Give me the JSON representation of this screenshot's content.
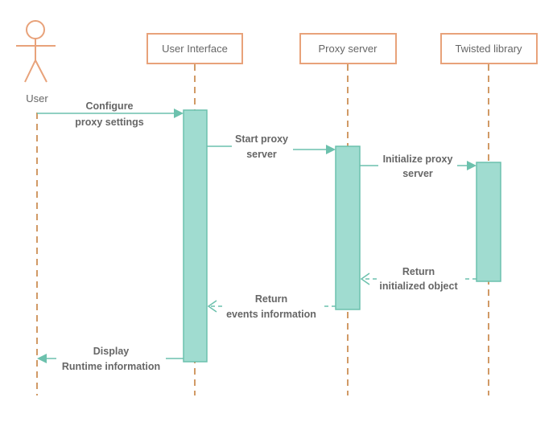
{
  "actor": {
    "label": "User",
    "icon": "stick-figure-icon"
  },
  "participants": [
    {
      "id": "ui",
      "label": "User Interface"
    },
    {
      "id": "proxy",
      "label": "Proxy server"
    },
    {
      "id": "twisted",
      "label": "Twisted library"
    }
  ],
  "messages": [
    {
      "from": "User",
      "to": "User Interface",
      "type": "call",
      "lines": [
        "Configure",
        "proxy settings"
      ]
    },
    {
      "from": "User Interface",
      "to": "Proxy server",
      "type": "call",
      "lines": [
        "Start proxy",
        "server"
      ]
    },
    {
      "from": "Proxy server",
      "to": "Twisted library",
      "type": "call",
      "lines": [
        "Initialize proxy",
        "server"
      ]
    },
    {
      "from": "Twisted library",
      "to": "Proxy server",
      "type": "return",
      "lines": [
        "Return",
        "initialized object"
      ]
    },
    {
      "from": "Proxy server",
      "to": "User Interface",
      "type": "return",
      "lines": [
        "Return",
        "events information"
      ]
    },
    {
      "from": "User Interface",
      "to": "User",
      "type": "call",
      "lines": [
        "Display",
        "Runtime information"
      ]
    }
  ],
  "colors": {
    "lifeline": "#d19a66",
    "participant_border": "#e8a27a",
    "activation_fill": "#a0dcd0",
    "activation_border": "#6cc1ad",
    "arrow": "#6cc1ad",
    "actor": "#e8a27a",
    "text": "#666666"
  }
}
